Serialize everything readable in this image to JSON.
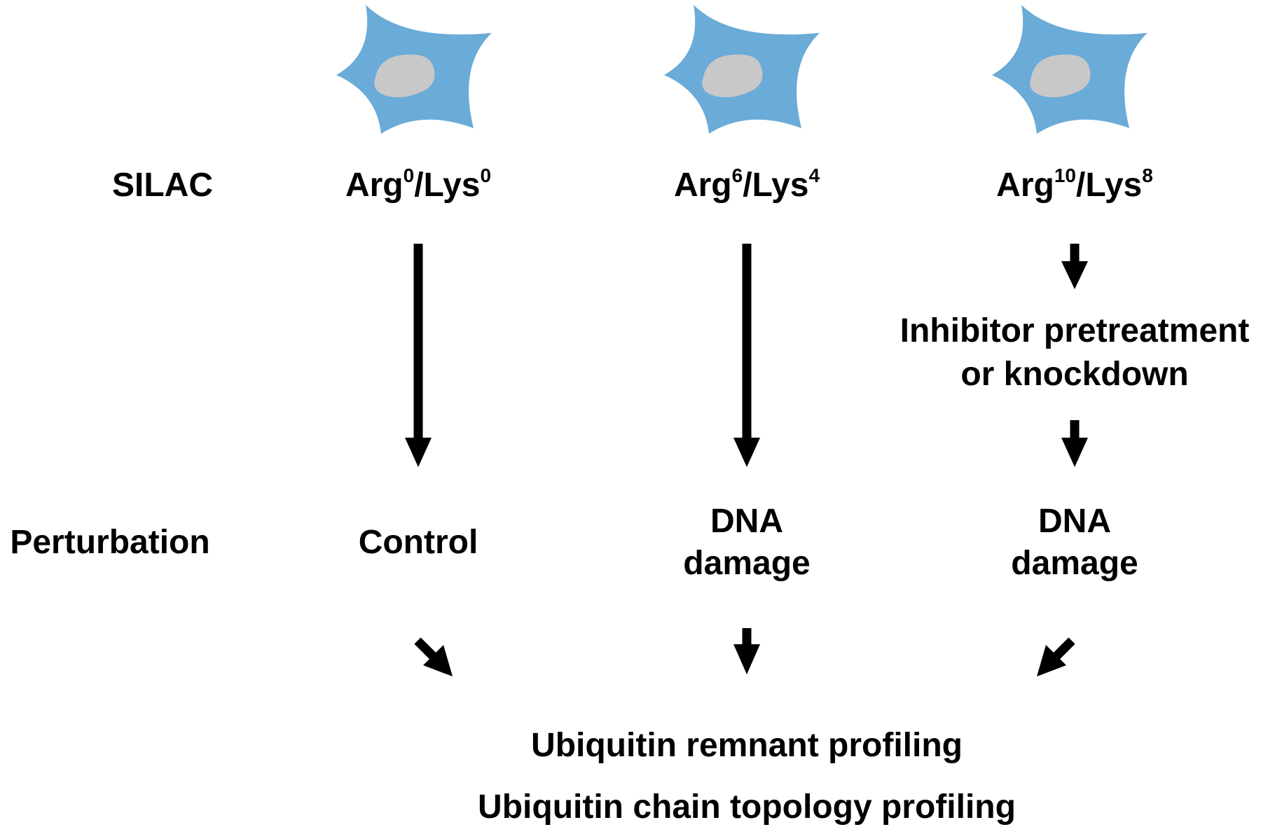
{
  "row_labels": {
    "silac": "SILAC",
    "perturbation": "Perturbation"
  },
  "colors": {
    "cell_body": "#6aabd8",
    "nucleus": "#c8c8c8",
    "arrow": "#000000",
    "text": "#000000"
  },
  "columns": [
    {
      "label": {
        "arg": "Arg",
        "arg_sup": "0",
        "lys": "/Lys",
        "lys_sup": "0"
      },
      "pretreatment": null,
      "perturbation": [
        "Control"
      ]
    },
    {
      "label": {
        "arg": "Arg",
        "arg_sup": "6",
        "lys": "/Lys",
        "lys_sup": "4"
      },
      "pretreatment": null,
      "perturbation": [
        "DNA",
        "damage"
      ]
    },
    {
      "label": {
        "arg": "Arg",
        "arg_sup": "10",
        "lys": "/Lys",
        "lys_sup": "8"
      },
      "pretreatment": [
        "Inhibitor pretreatment",
        "or knockdown"
      ],
      "perturbation": [
        "DNA",
        "damage"
      ]
    }
  ],
  "outputs": {
    "line1": "Ubiquitin remnant profiling",
    "line2": "Ubiquitin chain topology profiling"
  }
}
